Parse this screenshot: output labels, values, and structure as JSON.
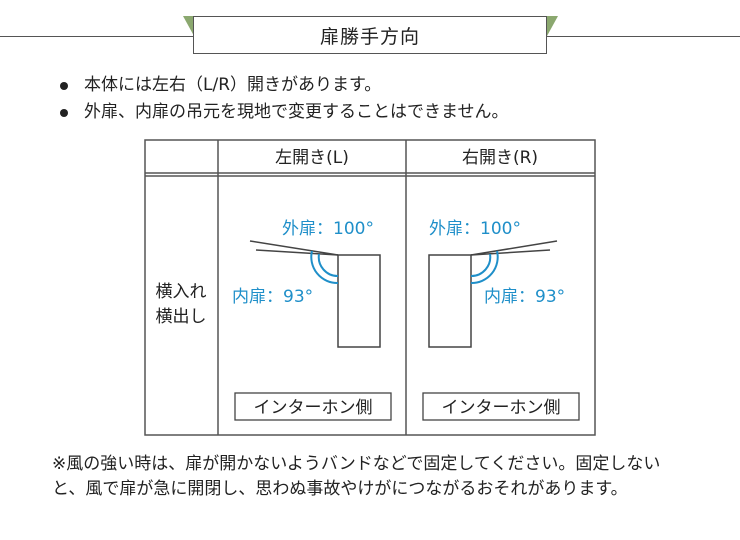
{
  "header": {
    "title": "扉勝手方向"
  },
  "bullets": [
    "本体には左右（L/R）開きがあります。",
    "外扉、内扉の吊元を現地で変更することはできません。"
  ],
  "table": {
    "col_left": "左開き(L)",
    "col_right": "右開き(R)",
    "row_label_1": "横入れ",
    "row_label_2": "横出し",
    "outer_door_left": "外扉：100°",
    "inner_door_left": "内扉：93°",
    "outer_door_right": "外扉：100°",
    "inner_door_right": "内扉：93°",
    "intercom_left": "インターホン側",
    "intercom_right": "インターホン側"
  },
  "note": "※風の強い時は、扉が開かないようバンドなどで固定してください。固定しないと、風で扉が急に開閉し、思わぬ事故やけがにつながるおそれがあります。",
  "colors": {
    "accent": "#8ba86f",
    "blue": "#1f8fc9",
    "line": "#555555"
  }
}
